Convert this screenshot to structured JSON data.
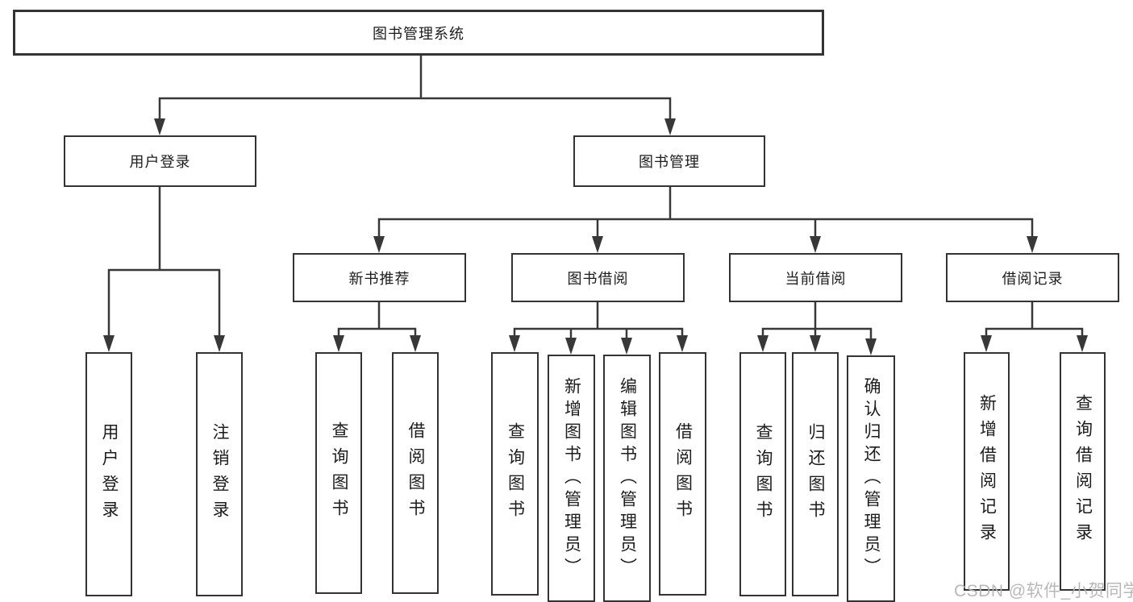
{
  "tree": {
    "label": "图书管理系统",
    "children": [
      {
        "label": "用户登录",
        "children": [
          {
            "label": "用户登录"
          },
          {
            "label": "注销登录"
          }
        ]
      },
      {
        "label": "图书管理",
        "children": [
          {
            "label": "新书推荐",
            "children": [
              {
                "label": "查询图书"
              },
              {
                "label": "借阅图书"
              }
            ]
          },
          {
            "label": "图书借阅",
            "children": [
              {
                "label": "查询图书"
              },
              {
                "label": "新增图书（管理员）"
              },
              {
                "label": "编辑图书（管理员）"
              },
              {
                "label": "借阅图书"
              }
            ]
          },
          {
            "label": "当前借阅",
            "children": [
              {
                "label": "查询图书"
              },
              {
                "label": "归还图书"
              },
              {
                "label": "确认归还（管理员）"
              }
            ]
          },
          {
            "label": "借阅记录",
            "children": [
              {
                "label": "新增借阅记录"
              },
              {
                "label": "查询借阅记录"
              }
            ]
          }
        ]
      }
    ]
  },
  "watermark": {
    "text": "CSDN @软件_小贺同学"
  },
  "colors": {
    "line": "#383838",
    "box_border": "#333333",
    "text": "#1c1c1c",
    "watermark": "#b2b2b2",
    "background": "#ffffff"
  }
}
